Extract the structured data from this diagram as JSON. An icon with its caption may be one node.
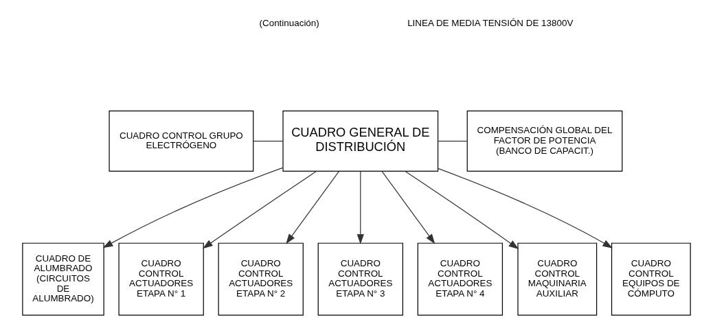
{
  "diagram": {
    "nodes": [
      {
        "text": [
          "CUADRO CONTROL GRUPO ELECTRÓGENO"
        ]
      },
      {
        "text": [
          "CUADRO GENERAL DE DISTRIBUCIÓN"
        ]
      },
      {
        "text": [
          "COMPENSACIÓN GLOBAL DEL FACTOR DE POTENCIA (BANCO DE CAPACIT.)"
        ]
      },
      {
        "text": [
          "CUADRO DE ALUMBRADO (CIRCUITOS DE ALUMBRADO)"
        ]
      },
      {
        "text": [
          "CUADRO CONTROL ACTUADORES ETAPA N° 1"
        ]
      },
      {
        "text": [
          "CUADRO CONTROL ACTUADORES ETAPA N° 2"
        ]
      },
      {
        "text": [
          "CUADRO CONTROL ACTUADORES ETAPA N° 3"
        ]
      },
      {
        "text": [
          "CUADRO CONTROL ACTUADORES ETAPA N° 4"
        ]
      },
      {
        "text": [
          "CUADRO CONTROL MAQUINARIA AUXILIAR"
        ]
      },
      {
        "text": [
          "CUADRO CONTROL EQUIPOS DE CÓMPUTO"
        ]
      }
    ],
    "edges": [
      {
        "from": 0,
        "to": 1,
        "arrow": "none"
      },
      {
        "from": 1,
        "to": 2,
        "arrow": "none"
      },
      {
        "from": 1,
        "to": 3,
        "arrow": "to"
      },
      {
        "from": 1,
        "to": 4,
        "arrow": "to"
      },
      {
        "from": 1,
        "to": 5,
        "arrow": "to"
      },
      {
        "from": 1,
        "to": 6,
        "arrow": "to"
      },
      {
        "from": 1,
        "to": 7,
        "arrow": "to"
      },
      {
        "from": 1,
        "to": 8,
        "arrow": "to"
      },
      {
        "from": 1,
        "to": 9,
        "arrow": "to"
      }
    ],
    "labels": [
      "LINEA DE MEDIA TENSIÓN DE 13800V",
      "(Continuación)"
    ]
  }
}
